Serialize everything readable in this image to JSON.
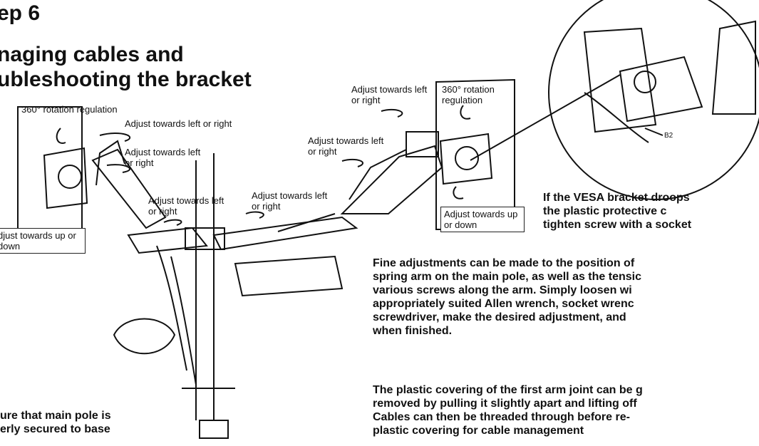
{
  "heading": {
    "line1": "ep 6",
    "line2": "naging cables and",
    "line3": "ubleshooting the bracket"
  },
  "labels": {
    "rotation_left": "360° rotation regulation",
    "adjust_left_top": "Adjust towards left or right",
    "adjust_left_mid": "Adjust towards left or right",
    "adjust_left_arm": "Adjust towards left or right",
    "adjust_up_down_left": "djust towards up or down",
    "adjust_center": "Adjust towards left or right",
    "adjust_right_top": "Adjust towards left or right",
    "rotation_right": "360° rotation regulation",
    "adjust_right_mid": "Adjust towards left or right",
    "adjust_up_down_right": "Adjust towards up or down",
    "detail_callout": "B2"
  },
  "paragraphs": {
    "vesa": [
      "If the VESA bracket droops",
      "the   plastic    protective    c",
      "tighten screw with a socket"
    ],
    "fine": [
      "Fine adjustments can be made to the position of",
      "spring arm on the main pole, as well as the tensic",
      "various screws along the arm. Simply  loosen wi",
      "appropriately  suited Allen wrench, socket wrenc",
      "screwdriver, make the desired adjustment, and",
      "when finished."
    ],
    "covering": [
      "The plastic covering of the first arm joint can be g",
      "removed by  pulling it slightly  apart and lifting off",
      "Cables can then be threaded through before re-",
      "plastic covering for cable management"
    ],
    "pole": [
      "ure that main pole is",
      "erly  secured to base"
    ]
  }
}
